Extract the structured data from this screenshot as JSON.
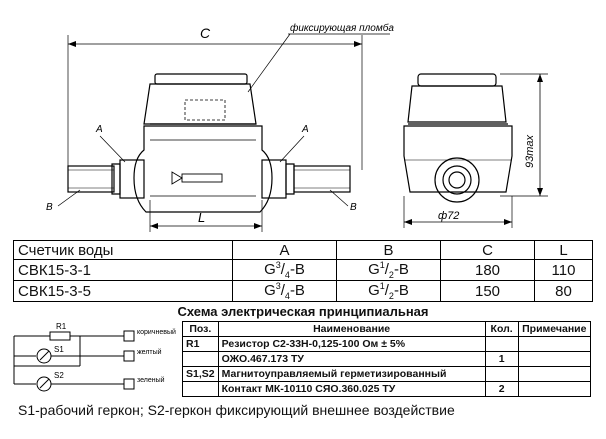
{
  "drawing": {
    "seal_label": "фиксирующая пломба",
    "dim_c": "C",
    "dim_l": "L",
    "dim_diameter": "ф72",
    "dim_height": "93max",
    "label_a": "A",
    "label_b": "B"
  },
  "spec_table": {
    "headers": [
      "Счетчик воды",
      "A",
      "B",
      "C",
      "L"
    ],
    "rows": [
      {
        "model": "СВК15-3-1",
        "a": {
          "base": "G",
          "num": "3",
          "den": "4",
          "suffix": "-B"
        },
        "b": {
          "base": "G",
          "num": "1",
          "den": "2",
          "suffix": "-B"
        },
        "c": "180",
        "l": "110"
      },
      {
        "model": "СВК15-3-5",
        "a": {
          "base": "G",
          "num": "3",
          "den": "4",
          "suffix": "-B"
        },
        "b": {
          "base": "G",
          "num": "1",
          "den": "2",
          "suffix": "-B"
        },
        "c": "150",
        "l": "80"
      }
    ]
  },
  "schematic": {
    "title": "Схема электрическая принципиальная",
    "labels": {
      "r1": "R1",
      "s1": "S1",
      "s2": "S2"
    },
    "wires": [
      "коричневый",
      "желтый",
      "зеленый"
    ]
  },
  "components": {
    "headers": {
      "pos": "Поз.",
      "name": "Наименование",
      "qty": "Кол.",
      "note": "Примечание"
    },
    "rows": [
      {
        "pos": "R1",
        "name": "Резистор С2-33Н-0,125-100 Ом ± 5%",
        "qty": "",
        "note": ""
      },
      {
        "pos": "",
        "name": "ОЖО.467.173 ТУ",
        "qty": "1",
        "note": ""
      },
      {
        "pos": "S1,S2",
        "name": "Магнитоуправляемый герметизированный",
        "qty": "",
        "note": ""
      },
      {
        "pos": "",
        "name": "Контакт МК-10110 СЯО.360.025 ТУ",
        "qty": "2",
        "note": ""
      }
    ]
  },
  "footnote": "S1-рабочий геркон; S2-геркон фиксирующий внешнее воздействие"
}
